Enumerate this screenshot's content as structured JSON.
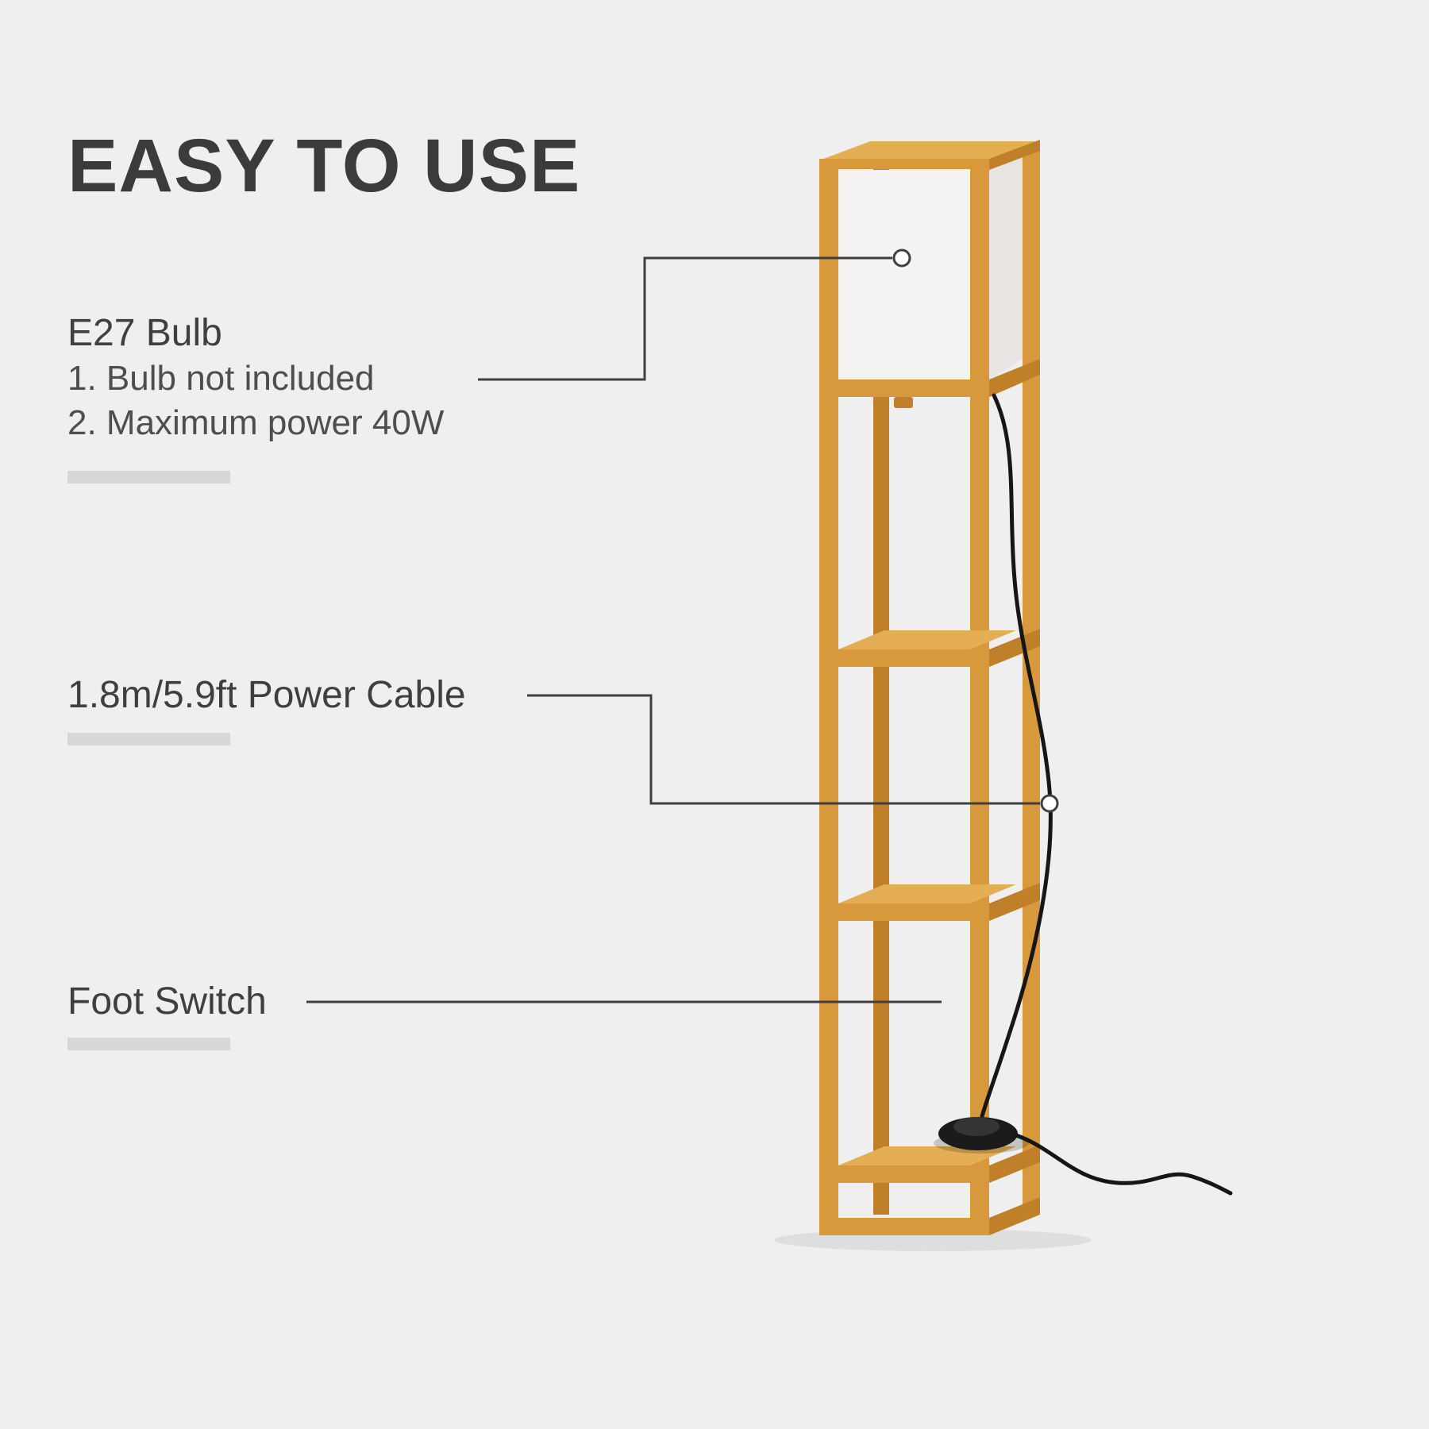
{
  "title": "EASY TO USE",
  "callouts": [
    {
      "heading": "E27 Bulb",
      "lines": [
        "1. Bulb not included",
        "2. Maximum power 40W"
      ]
    },
    {
      "heading": "1.8m/5.9ft Power Cable",
      "lines": []
    },
    {
      "heading": "Foot Switch",
      "lines": []
    }
  ],
  "colors": {
    "background": "#efeff0",
    "title_text": "#3b3b3b",
    "body_text": "#4e4e4e",
    "divider": "#d7d7d7",
    "line": "#3f3f3f",
    "wood": "#d8993c",
    "wood_light": "#e5ae55",
    "wood_dark": "#bf8029",
    "shade": "#f5f3f2",
    "shade_side": "#e8e4e1",
    "cable": "#161616"
  }
}
